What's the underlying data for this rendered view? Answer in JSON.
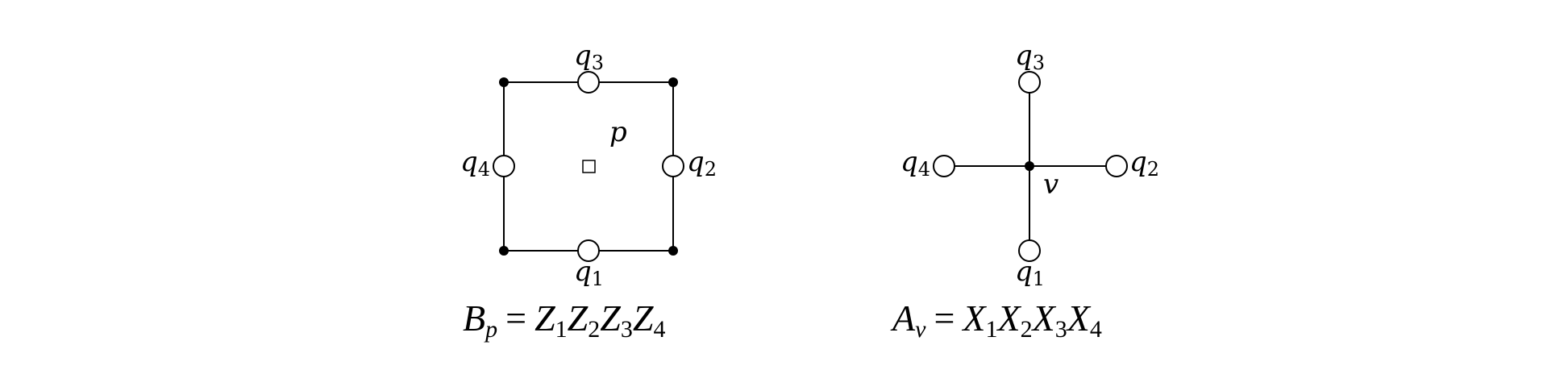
{
  "plaquette": {
    "label": "p",
    "qubits": [
      {
        "name": "q",
        "sub": "1"
      },
      {
        "name": "q",
        "sub": "2"
      },
      {
        "name": "q",
        "sub": "3"
      },
      {
        "name": "q",
        "sub": "4"
      }
    ],
    "formula": {
      "lhs": "B",
      "lhs_sub": "p",
      "eq": "=",
      "op": "Z",
      "subs": [
        "1",
        "2",
        "3",
        "4"
      ]
    }
  },
  "vertex": {
    "label": "v",
    "qubits": [
      {
        "name": "q",
        "sub": "1"
      },
      {
        "name": "q",
        "sub": "2"
      },
      {
        "name": "q",
        "sub": "3"
      },
      {
        "name": "q",
        "sub": "4"
      }
    ],
    "formula": {
      "lhs": "A",
      "lhs_sub": "v",
      "eq": "=",
      "op": "X",
      "subs": [
        "1",
        "2",
        "3",
        "4"
      ]
    }
  }
}
